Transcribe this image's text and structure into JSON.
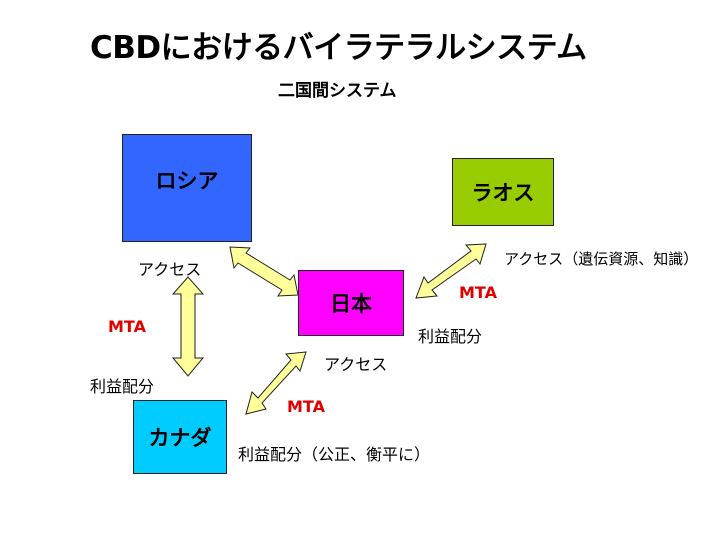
{
  "title": "CBDにおけるバイラテラルシステム",
  "subtitle": "二国間システム",
  "nodes": {
    "russia": "ロシア",
    "laos": "ラオス",
    "japan": "日本",
    "canada": "カナダ"
  },
  "labels": {
    "access_russia_japan": "アクセス",
    "access_laos": "アクセス（遺伝資源、知識）",
    "mta_laos": "MTA",
    "benefit_laos": "利益配分",
    "mta_russia_canada": "MTA",
    "benefit_russia_canada": "利益配分",
    "access_canada_japan": "アクセス",
    "mta_canada_japan": "MTA",
    "benefit_canada_japan": "利益配分（公正、衡平に）"
  },
  "colors": {
    "russia": "#3366ff",
    "laos": "#99cc00",
    "japan": "#ff00ff",
    "canada": "#00ccff",
    "arrow_fill": "#ffff99",
    "mta_text": "#e00000"
  }
}
